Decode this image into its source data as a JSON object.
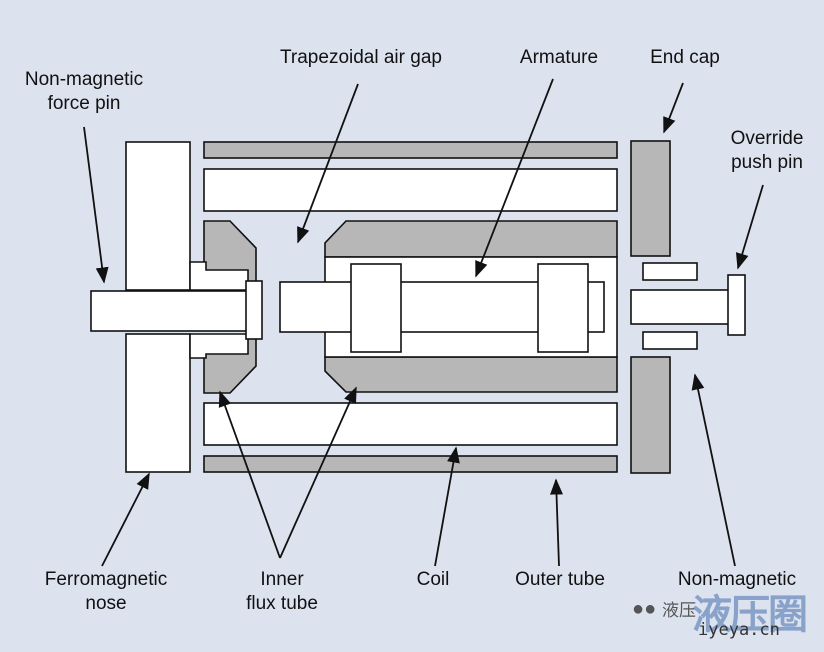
{
  "labels": {
    "force_pin": [
      "Non-magnetic",
      "force pin"
    ],
    "air_gap": "Trapezoidal air gap",
    "armature": "Armature",
    "end_cap": "End cap",
    "override_pin": [
      "Override",
      "push pin"
    ],
    "nose": [
      "Ferromagnetic",
      "nose"
    ],
    "inner_flux": [
      "Inner",
      "flux tube"
    ],
    "coil": "Coil",
    "outer_tube": "Outer tube",
    "nonmag_right": "Non-magnetic"
  },
  "watermark": {
    "icon": "wechat-icon",
    "text1": "液压",
    "text2": "液压圈",
    "url": "iyeya.cn"
  },
  "colors": {
    "background": "#dce3ef",
    "gray_part": "#b7b7b7",
    "white_part": "#ffffff",
    "outline": "#111111"
  }
}
